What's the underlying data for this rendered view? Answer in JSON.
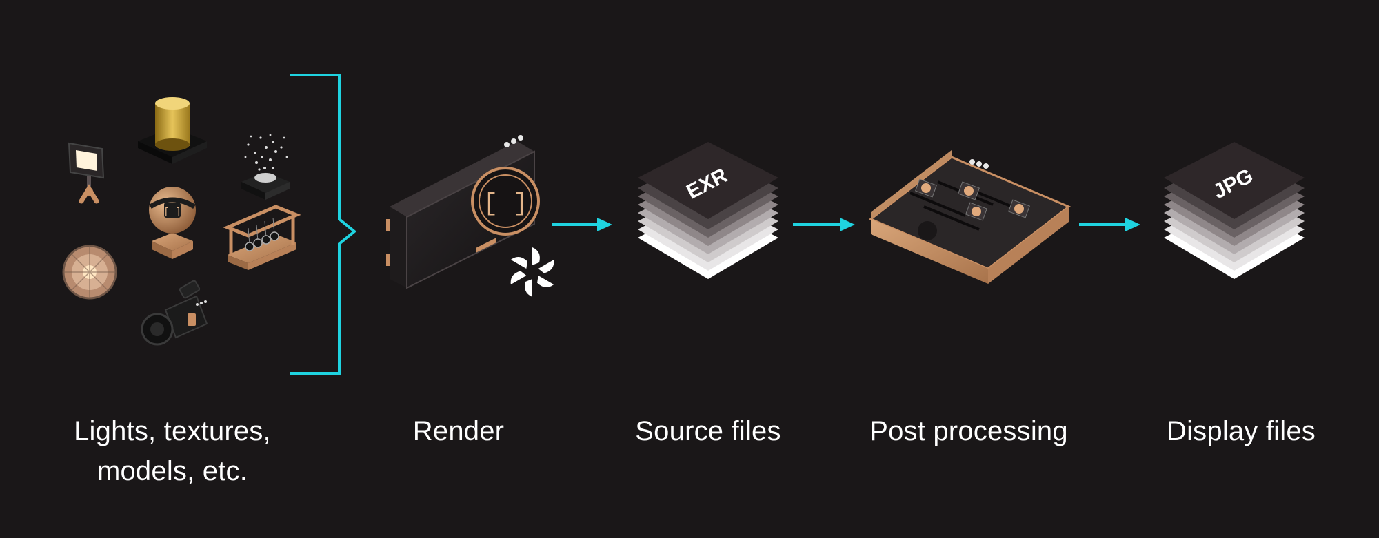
{
  "diagram": {
    "accent_color": "#1fd3e0",
    "background_color": "#1a1718",
    "stages": [
      {
        "id": "assets",
        "label_lines": [
          "Lights, textures,",
          "models, etc."
        ],
        "icons": [
          "light-panel-icon",
          "gold-cylinder-icon",
          "particle-emitter-icon",
          "wooden-sphere-icon",
          "softbox-ring-icon",
          "newtons-cradle-icon",
          "video-camera-icon"
        ]
      },
      {
        "id": "render",
        "label_lines": [
          "Render"
        ],
        "icons": [
          "render-card-icon",
          "octane-logo-icon"
        ]
      },
      {
        "id": "source",
        "label_lines": [
          "Source files"
        ],
        "stack_text": "EXR",
        "icons": [
          "exr-stack-icon"
        ]
      },
      {
        "id": "post",
        "label_lines": [
          "Post processing"
        ],
        "icons": [
          "mixer-board-icon"
        ]
      },
      {
        "id": "display",
        "label_lines": [
          "Display files"
        ],
        "stack_text": "JPG",
        "icons": [
          "jpg-stack-icon"
        ]
      }
    ]
  }
}
